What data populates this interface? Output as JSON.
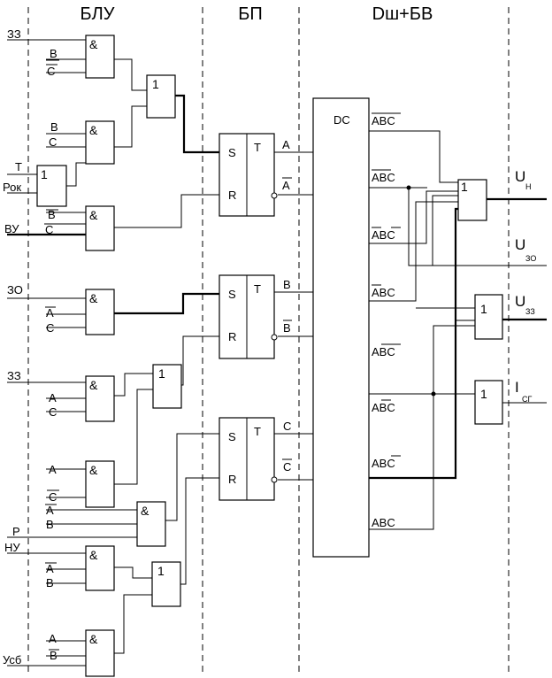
{
  "sections": {
    "blu": "БЛУ",
    "bp": "БП",
    "dsh": "Dш+БВ"
  },
  "inputs": {
    "zz1": "ЗЗ",
    "b1": "B",
    "c1": "C",
    "b2": "B",
    "c2": "C",
    "t": "T",
    "rok": "Рок",
    "b3": "B",
    "c3": "C",
    "vu": "ВУ",
    "zo": "ЗО",
    "a4": "A",
    "c4": "C",
    "zz2": "ЗЗ",
    "a5": "A",
    "c5": "C",
    "a6": "A",
    "c6": "C",
    "a7": "A",
    "b7": "B",
    "p": "P",
    "nu": "НУ",
    "a8": "A",
    "b8": "B",
    "a9": "A",
    "b9": "B",
    "usb": "Усб"
  },
  "gate_symbols": {
    "and": "&",
    "or": "1"
  },
  "triggers": {
    "s": "S",
    "r": "R",
    "t": "T",
    "out_a": "A",
    "out_a_inv": "A",
    "out_b": "B",
    "out_b_inv": "B",
    "out_c": "C",
    "out_c_inv": "C"
  },
  "decoder": {
    "title": "DC",
    "outputs": [
      "ABC",
      "ABC",
      "ABC",
      "ABC",
      "ABC",
      "ABC",
      "ABC",
      "ABC"
    ]
  },
  "outputs": {
    "un": {
      "main": "U",
      "sub": "Н"
    },
    "uzo": {
      "main": "U",
      "sub": "ЗО"
    },
    "uzz": {
      "main": "U",
      "sub": "ЗЗ"
    },
    "isg": {
      "main": "I",
      "sub": "СГ"
    }
  }
}
